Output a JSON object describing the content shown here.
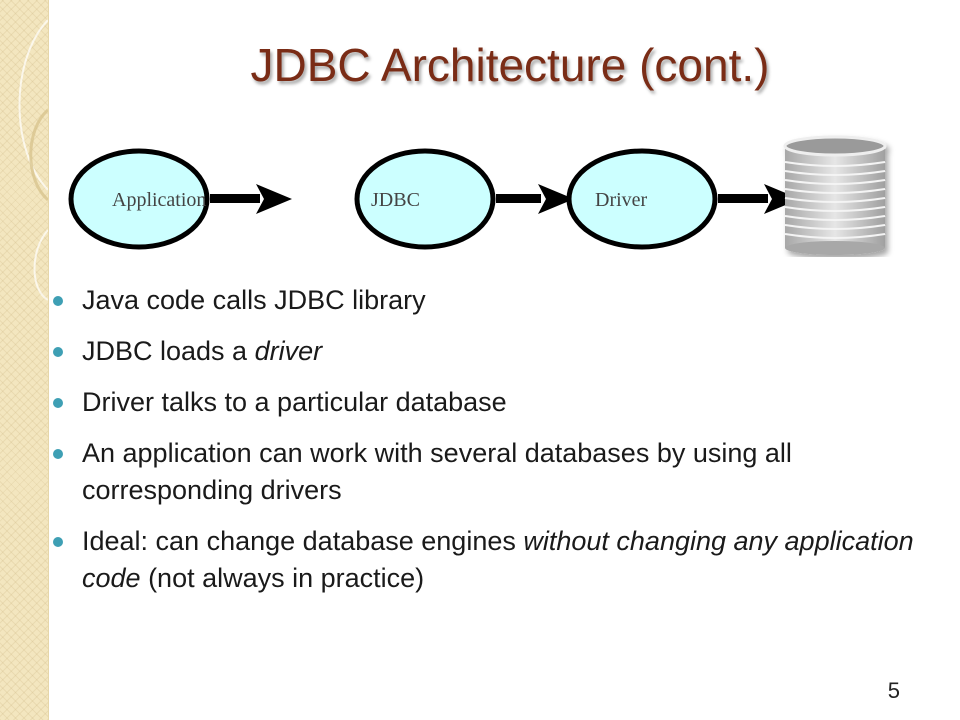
{
  "slide": {
    "title": "JDBC Architecture  (cont.)",
    "page_number": "5"
  },
  "diagram": {
    "nodes": [
      {
        "label": "Application"
      },
      {
        "label": "JDBC"
      },
      {
        "label": "Driver"
      }
    ],
    "node_fill": "#ccffff",
    "database_icon": "database-cylinder-icon"
  },
  "bullets": [
    {
      "parts": [
        {
          "text": "Java code calls JDBC library",
          "italic": false
        }
      ]
    },
    {
      "parts": [
        {
          "text": "JDBC loads a ",
          "italic": false
        },
        {
          "text": "driver",
          "italic": true
        }
      ]
    },
    {
      "parts": [
        {
          "text": "Driver talks to a particular database",
          "italic": false
        }
      ]
    },
    {
      "parts": [
        {
          "text": "An application can work with several databases by using all corresponding drivers",
          "italic": false
        }
      ]
    },
    {
      "parts": [
        {
          "text": "Ideal: can change database engines ",
          "italic": false
        },
        {
          "text": "without changing any application code",
          "italic": true
        },
        {
          "text": " (not always in practice)",
          "italic": false
        }
      ]
    }
  ],
  "colors": {
    "title": "#7a2c16",
    "bullet": "#3e9fb4",
    "sidebar": "#f3e6bf"
  }
}
